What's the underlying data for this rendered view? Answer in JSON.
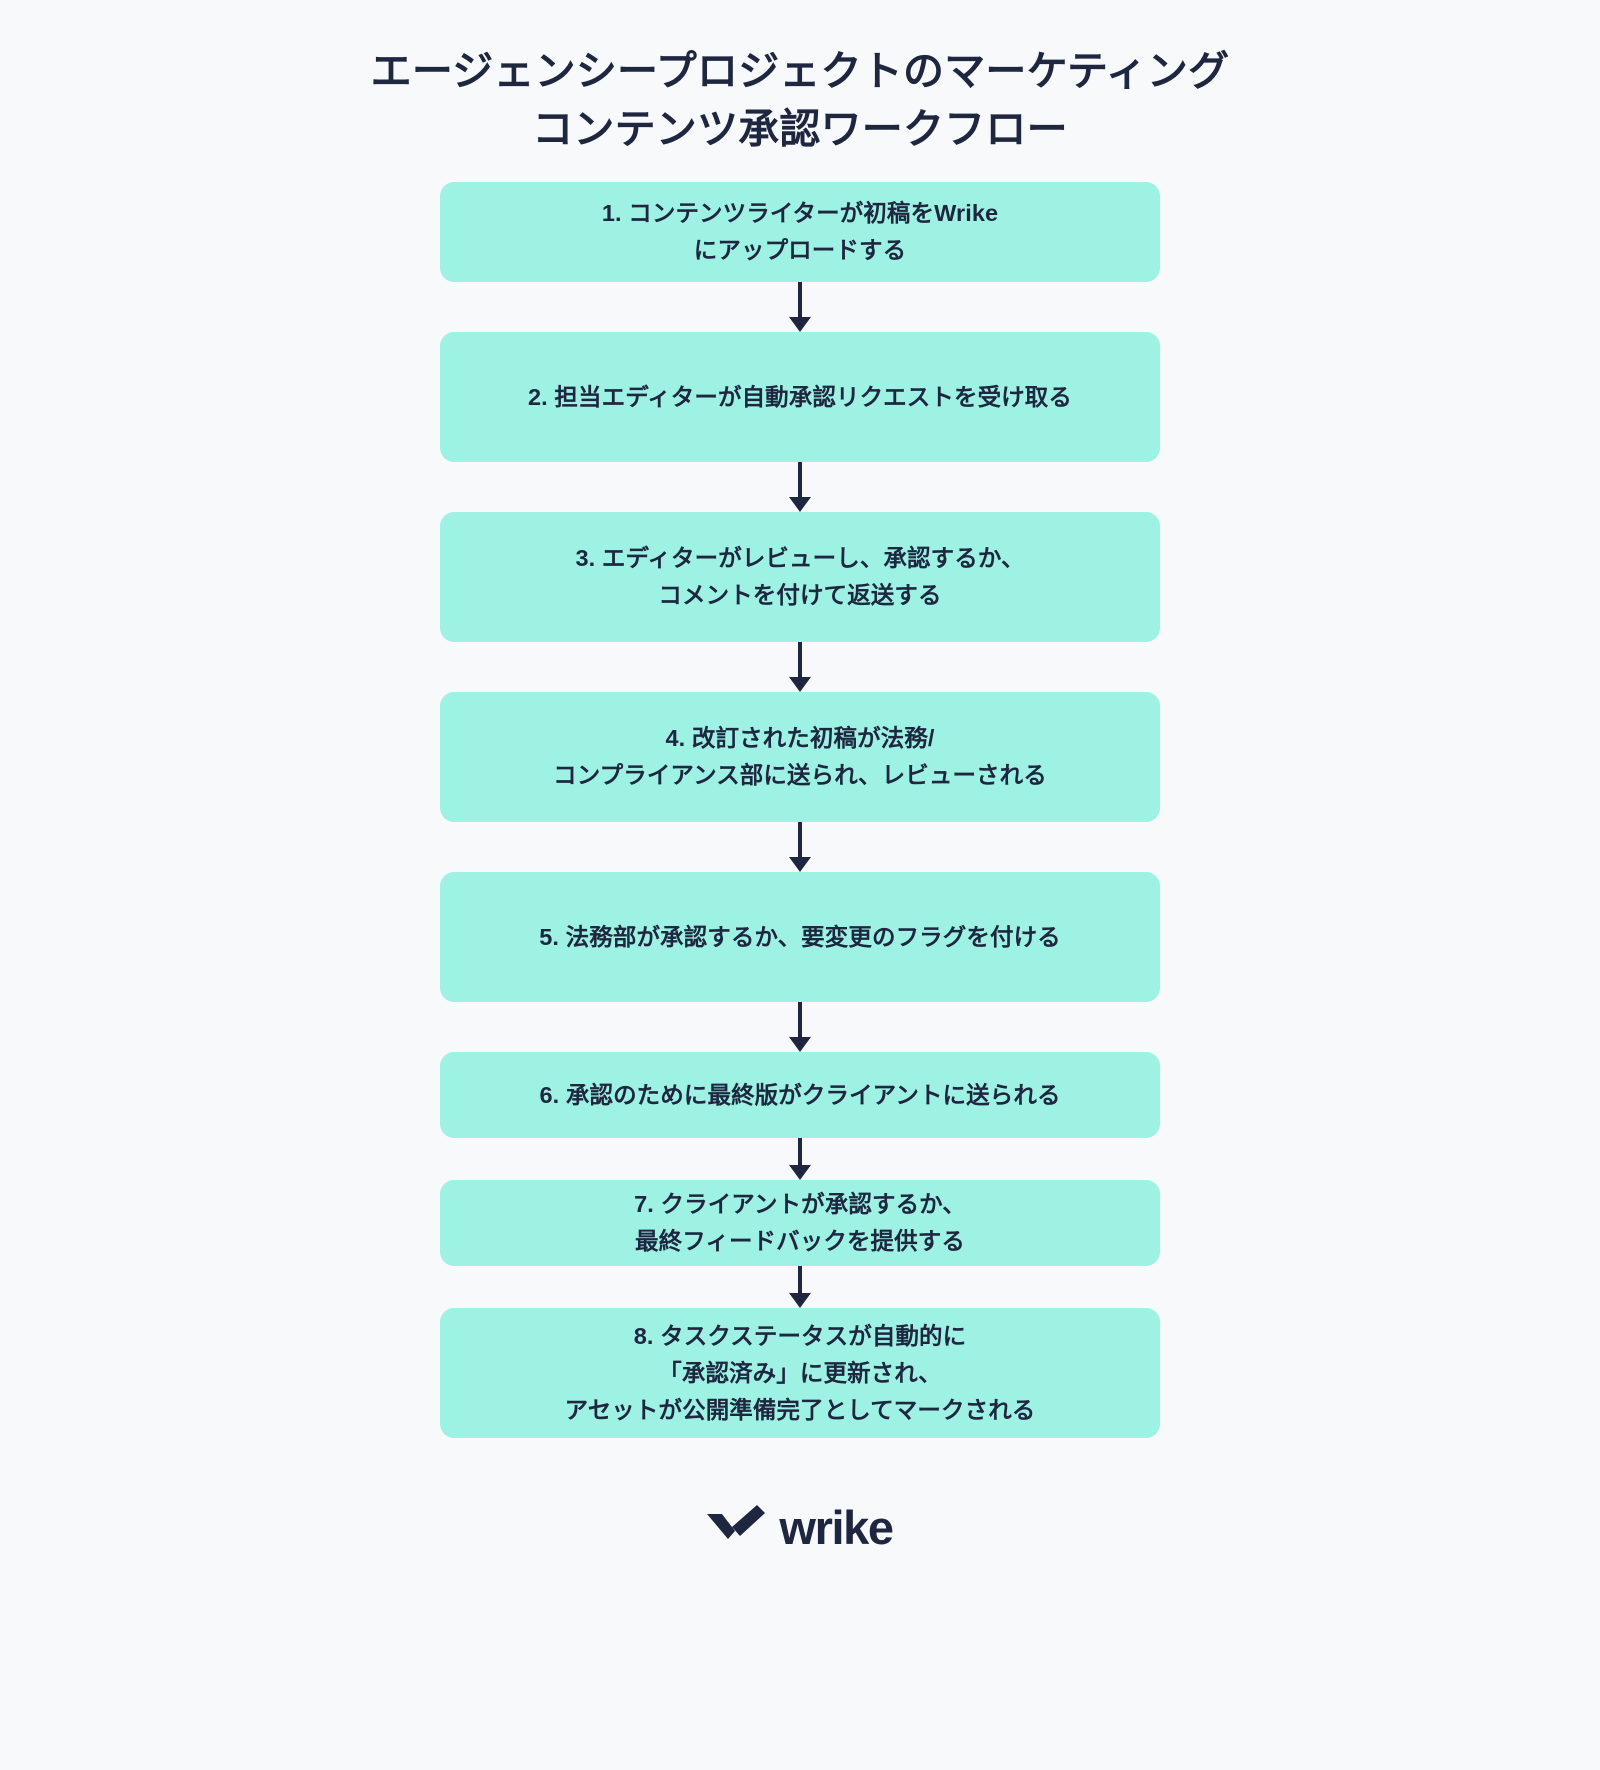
{
  "meta": {
    "background_color": "#f8f9fb",
    "node_color": "#9ef2e4",
    "text_color": "#1e2640"
  },
  "title": "エージェンシープロジェクトのマーケティングコンテンツ承認ワークフロー",
  "flow": {
    "steps": [
      {
        "index": "1",
        "text": "1. コンテンツライターが初稿をWrike\nにアップロードする"
      },
      {
        "index": "2",
        "text": "2. 担当エディターが自動承認リクエストを受け取る"
      },
      {
        "index": "3",
        "text": "3. エディターがレビューし、承認するか、\nコメントを付けて返送する"
      },
      {
        "index": "4",
        "text": "4. 改訂された初稿が法務/\nコンプライアンス部に送られ、レビューされる"
      },
      {
        "index": "5",
        "text": "5. 法務部が承認するか、要変更のフラグを付ける"
      },
      {
        "index": "6",
        "text": "6. 承認のために最終版がクライアントに送られる"
      },
      {
        "index": "7",
        "text": "7. クライアントが承認するか、\n最終フィードバックを提供する"
      },
      {
        "index": "8",
        "text": "8. タスクステータスが自動的に\n「承認済み」に更新され、\nアセットが公開準備完了としてマークされる"
      }
    ]
  },
  "footer": {
    "brand": "wrike",
    "logo_icon": "wrike-check-mark"
  }
}
